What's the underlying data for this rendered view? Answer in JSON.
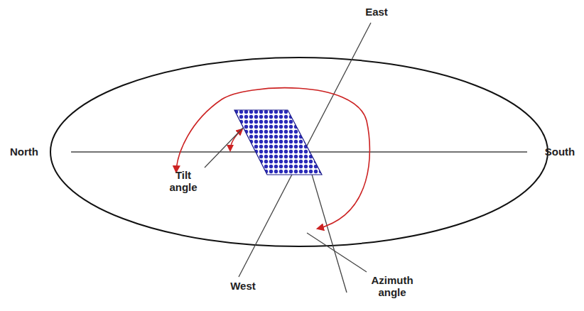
{
  "diagram": {
    "labels": [
      "East",
      "North",
      "South",
      "Tilt angle",
      "West",
      "Azimuth angle"
    ]
  }
}
